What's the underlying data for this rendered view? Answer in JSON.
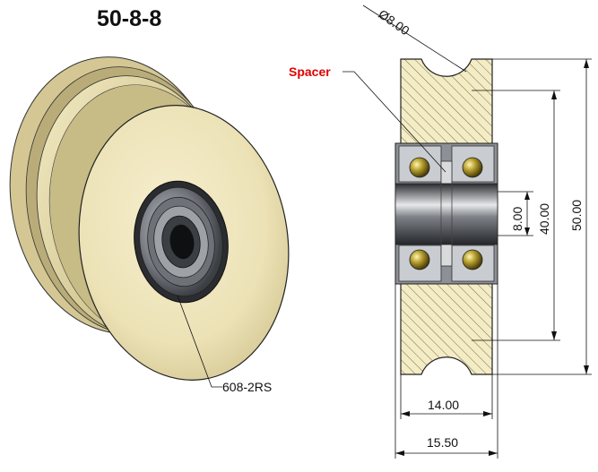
{
  "title": "50-8-8",
  "annotations": {
    "bearing_callout": "608-2RS",
    "spacer_callout": "Spacer"
  },
  "dimensions": {
    "groove_diameter": "Ø8.00",
    "bore": "8.00",
    "hub_height": "40.00",
    "outer_diameter": "50.00",
    "inner_width": "14.00",
    "outer_width": "15.50"
  },
  "colors": {
    "wheel_face": "#efe6bd",
    "wheel_shadow": "#b9ac78",
    "section_fill": "#f3ecc4",
    "hatch": "#7a7050",
    "bearing_steel": "#8d9096",
    "ball": "#b8a030",
    "callout_red": "#e00000"
  }
}
